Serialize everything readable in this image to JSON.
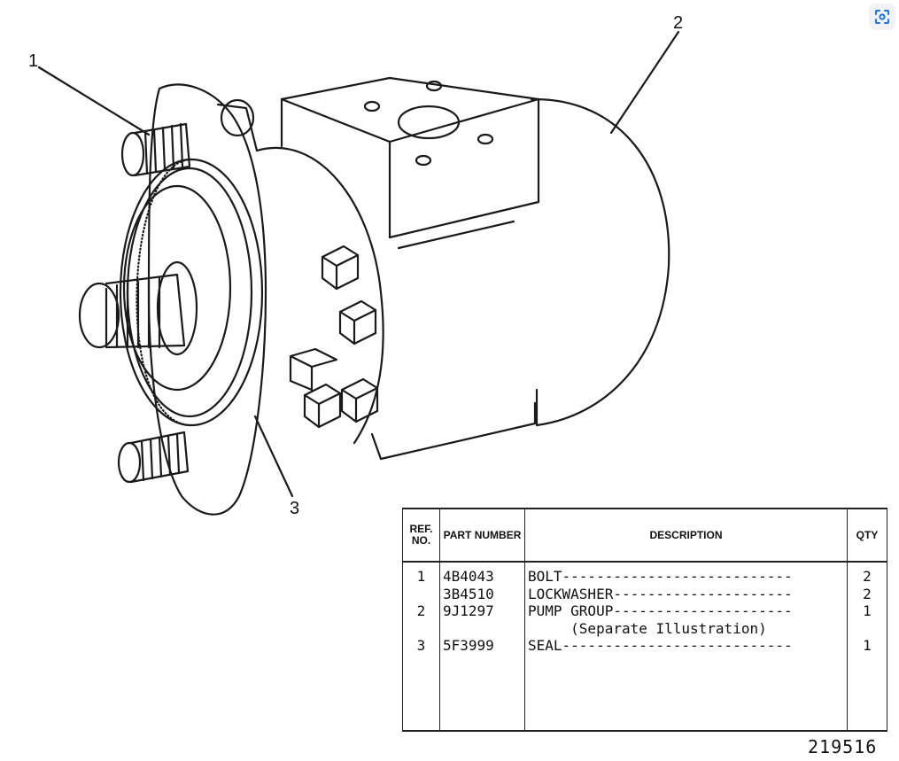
{
  "callouts": {
    "c1": "1",
    "c2": "2",
    "c3": "3"
  },
  "parts_table": {
    "headers": {
      "ref_no": "REF. NO.",
      "part_number": "PART NUMBER",
      "description": "DESCRIPTION",
      "qty": "QTY"
    },
    "rows": [
      {
        "ref": "1",
        "part": "4B4043",
        "description": "BOLT---------------------------",
        "qty": "2"
      },
      {
        "ref": "",
        "part": "3B4510",
        "description": "LOCKWASHER---------------------",
        "qty": "2"
      },
      {
        "ref": "2",
        "part": "9J1297",
        "description": "PUMP GROUP---------------------",
        "qty": "1"
      },
      {
        "ref": "",
        "part": "",
        "description": "     (Separate Illustration)",
        "qty": ""
      },
      {
        "ref": "3",
        "part": "5F3999",
        "description": "SEAL---------------------------",
        "qty": "1"
      }
    ]
  },
  "drawing_number": "219516",
  "icons": {
    "lens": "image-search-icon"
  }
}
